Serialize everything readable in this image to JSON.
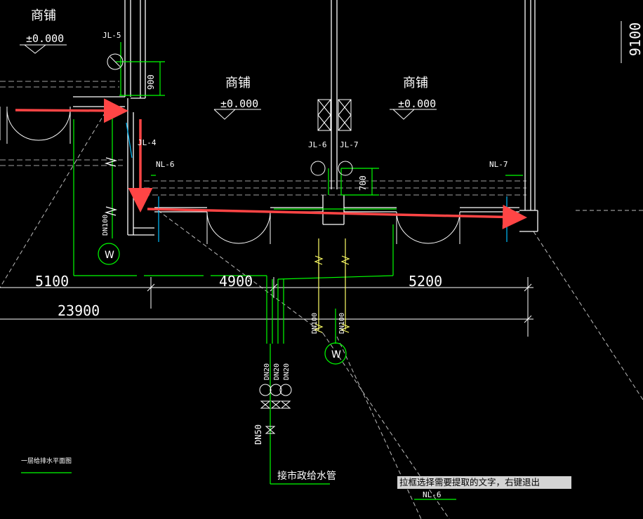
{
  "rooms": [
    {
      "name": "商铺",
      "elevation": "±0.000"
    },
    {
      "name": "商铺",
      "elevation": "±0.000"
    },
    {
      "name": "商铺",
      "elevation": "±0.000"
    }
  ],
  "pipe_tags": {
    "jl5": "JL-5",
    "jl4": "JL-4",
    "jl6": "JL-6",
    "jl7": "JL-7",
    "nl6_left": "NL-6",
    "nl7": "NL-7",
    "nl6_bottom": "NL-6"
  },
  "dimensions": {
    "d900": "900",
    "d700": "700",
    "d5100": "5100",
    "d4900": "4900",
    "d5200": "5200",
    "d23900": "23900",
    "d9100": "9100"
  },
  "pipe_sizes": {
    "left_dn": "DN100",
    "mid_dn1": "DN100",
    "mid_dn2": "DN100",
    "dn20a": "DN20",
    "dn20b": "DN20",
    "dn20c": "DN20",
    "dn50": "DN50"
  },
  "meters": {
    "left": "W",
    "center": "W"
  },
  "drawing_title": "一层给排水平面图",
  "municipal_label": "接市政给水管",
  "tooltip": "拉框选择需要提取的文字，右键退出",
  "colors": {
    "background": "#000000",
    "wall": "#ffffff",
    "pipe": "#00ff00",
    "water_pipe": "#ffff66",
    "riser": "#00bfff",
    "annotation_arrow": "#ff4545",
    "dashed": "#a0a0a0"
  }
}
